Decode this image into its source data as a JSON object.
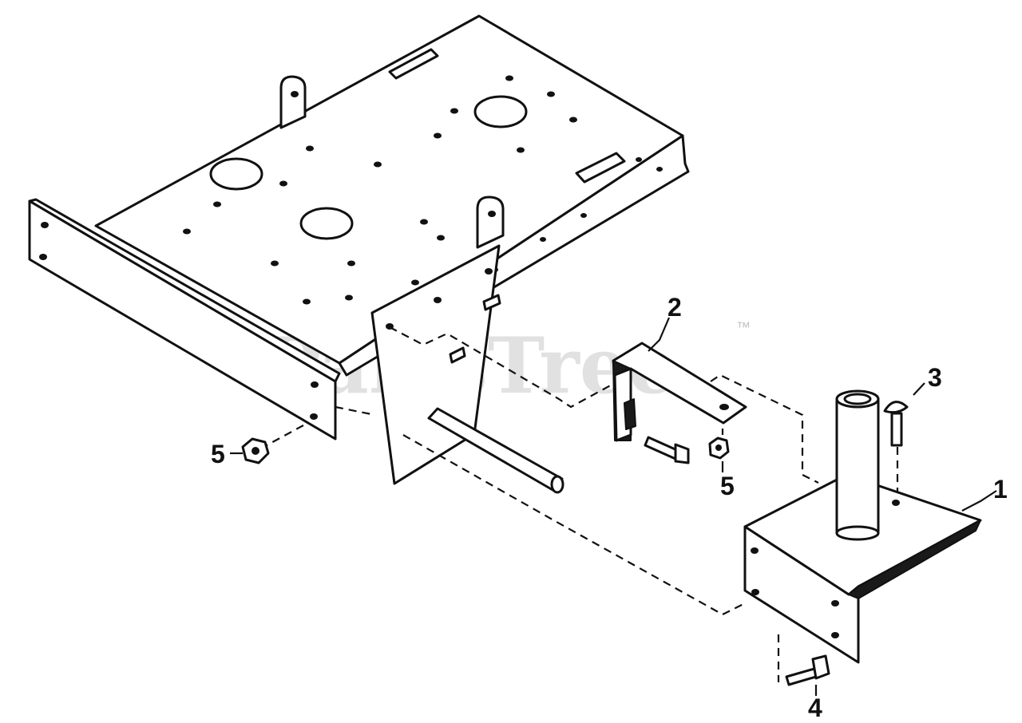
{
  "watermark": {
    "brand": "PartsTree",
    "trademark": "™"
  },
  "callouts": {
    "c1": "1",
    "c2": "2",
    "c3": "3",
    "c4": "4",
    "c5_left": "5",
    "c5_right": "5"
  }
}
